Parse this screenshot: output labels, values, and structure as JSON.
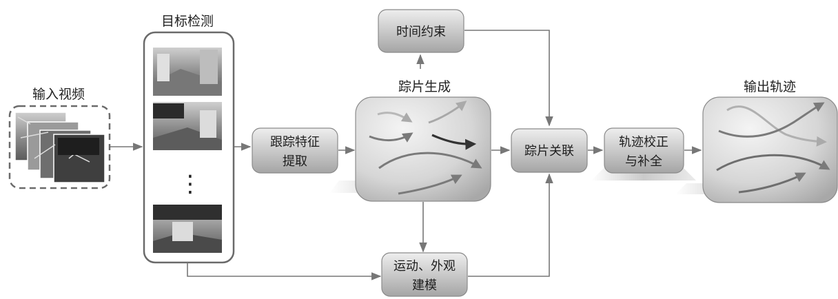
{
  "labels": {
    "input_video": "输入视频",
    "detection": "目标检测",
    "tracklet_gen": "踪片生成",
    "output_traj": "输出轨迹"
  },
  "boxes": {
    "feature_line1": "跟踪特征",
    "feature_line2": "提取",
    "time_constraint": "时间约束",
    "tracklet_assoc": "踪片关联",
    "traj_correct_line1": "轨迹校正",
    "traj_correct_line2": "与补全",
    "motion_line1": "运动、外观",
    "motion_line2": "建模"
  },
  "detection_ellipsis": "⋮",
  "colors": {
    "box_fill_top": "#e8e8e8",
    "box_fill_bottom": "#9a9a9a",
    "border": "#6f6f6f",
    "arrow": "#777777",
    "dashed": "#666666"
  }
}
